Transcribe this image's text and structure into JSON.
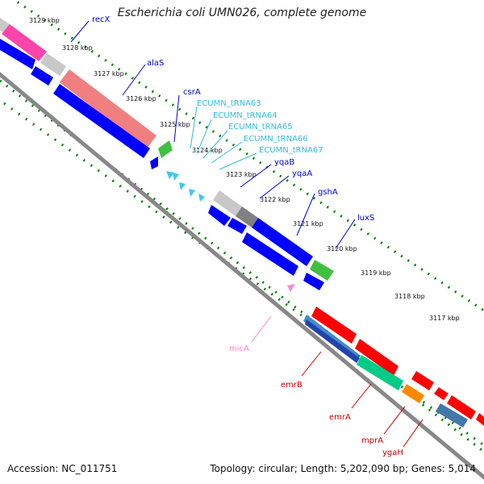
{
  "title": "Escherichia coli UMN026, complete genome",
  "footer": {
    "accession": "Accession: NC_011751",
    "summary": "Topology: circular; Length: 5,202,090 bp; Genes: 5,014"
  },
  "colors": {
    "forward_cds": "#0000ff",
    "reverse_cds": "#ff0000",
    "trna": "#40c8f0",
    "ncrna_forward": "#40c040",
    "mrna_pink": "#ff88cc",
    "gc_gray": "#b0b0b0",
    "tick_green": "#008000",
    "label_blue": "#0000cc",
    "label_cyan": "#33bbdd",
    "label_red": "#cc0000",
    "label_pink": "#ff88cc"
  },
  "scale": [
    "3129 kbp",
    "3128 kbp",
    "3127 kbp",
    "3126 kbp",
    "3125 kbp",
    "3124 kbp",
    "3123 kbp",
    "3122 kbp",
    "3121 kbp",
    "3120 kbp",
    "3119 kbp",
    "3118 kbp",
    "3117 kbp"
  ],
  "upper_labels": [
    "recX",
    "alaS",
    "csrA",
    "ECUMN_tRNA63",
    "ECUMN_tRNA64",
    "ECUMN_tRNA65",
    "ECUMN_tRNA66",
    "ECUMN_tRNA67",
    "yqaB",
    "yqaA",
    "gshA",
    "luxS"
  ],
  "lower_labels": [
    "micA",
    "emrB",
    "emrA",
    "mprA",
    "ygaH"
  ]
}
